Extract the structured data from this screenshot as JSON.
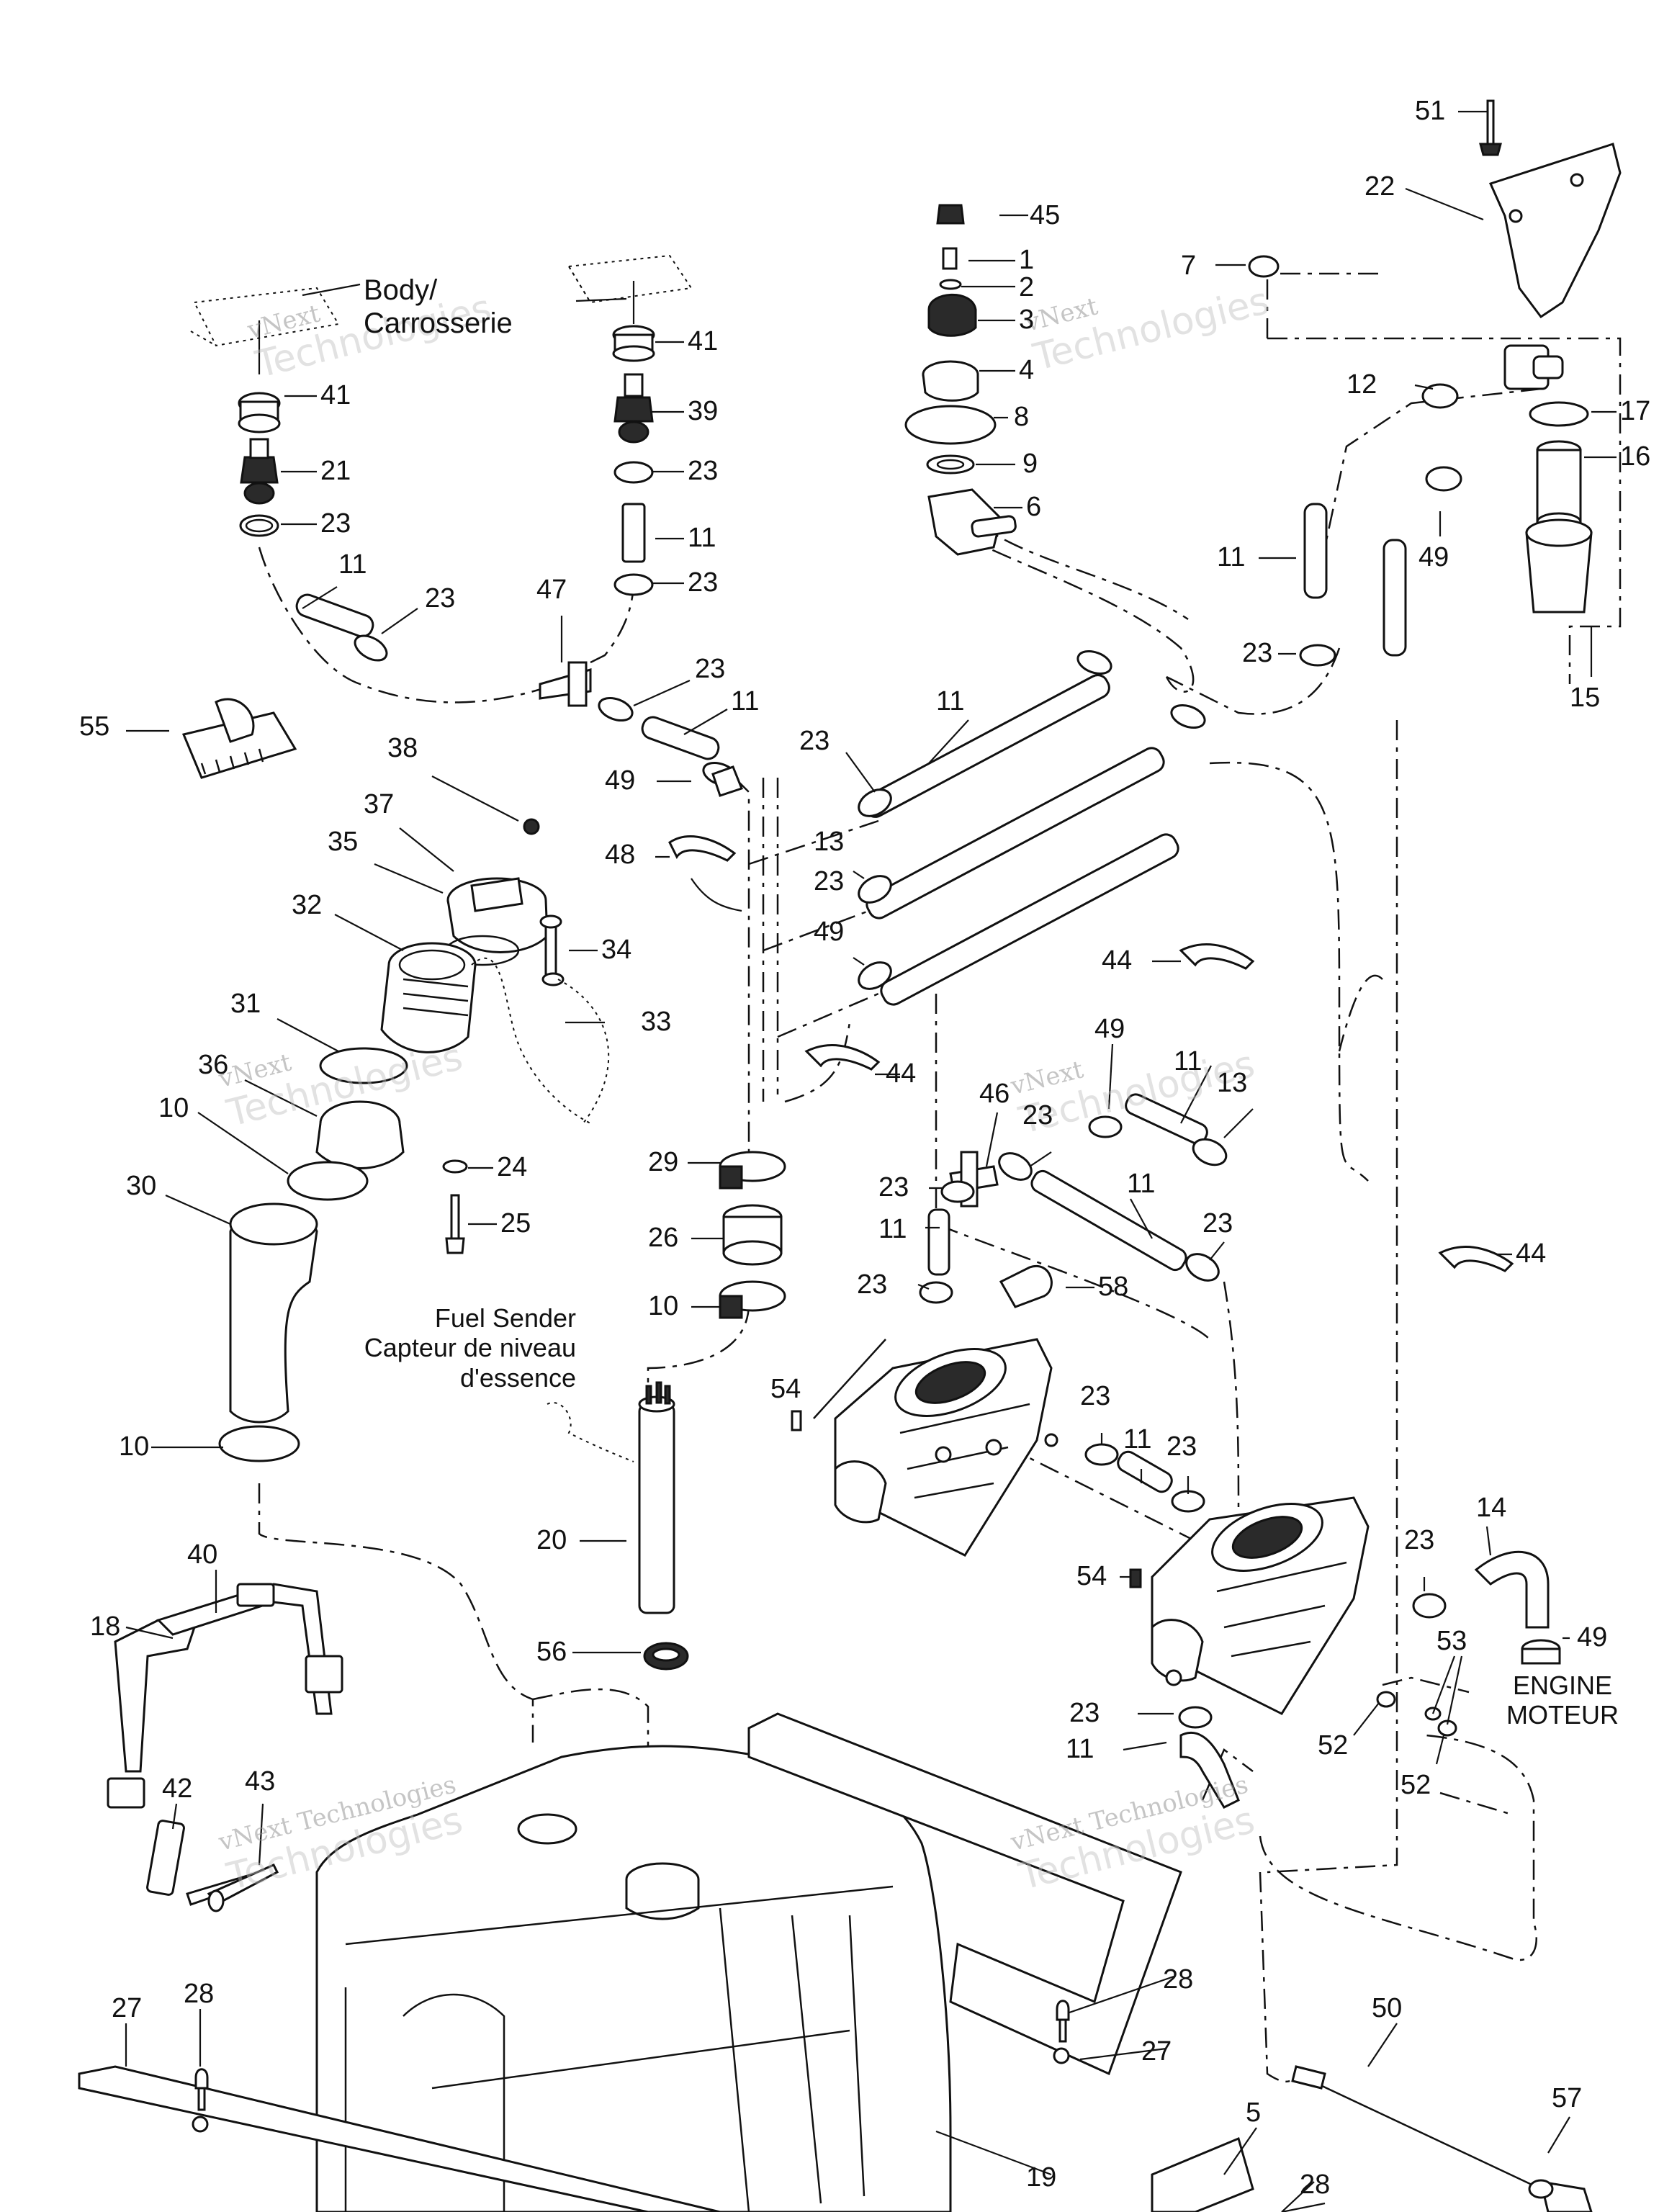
{
  "diagram": {
    "captions": {
      "body": "Body/\nCarrosserie",
      "fuel_sender": "Fuel Sender\nCapteur de niveau\nd'essence",
      "engine": "ENGINE\nMOTEUR"
    },
    "watermark": {
      "line1": "vNext",
      "line2": "Technologies",
      "inline": "vNext Technologies"
    },
    "callouts": [
      {
        "id": "c51",
        "label": "51"
      },
      {
        "id": "c22",
        "label": "22"
      },
      {
        "id": "c45",
        "label": "45"
      },
      {
        "id": "c1",
        "label": "1"
      },
      {
        "id": "c2",
        "label": "2"
      },
      {
        "id": "c3",
        "label": "3"
      },
      {
        "id": "c4",
        "label": "4"
      },
      {
        "id": "c8",
        "label": "8"
      },
      {
        "id": "c9",
        "label": "9"
      },
      {
        "id": "c6",
        "label": "6"
      },
      {
        "id": "c7",
        "label": "7"
      },
      {
        "id": "c12",
        "label": "12"
      },
      {
        "id": "c17",
        "label": "17"
      },
      {
        "id": "c16",
        "label": "16"
      },
      {
        "id": "c11a",
        "label": "11"
      },
      {
        "id": "c49a",
        "label": "49"
      },
      {
        "id": "c15",
        "label": "15"
      },
      {
        "id": "c23a",
        "label": "23"
      },
      {
        "id": "c41a",
        "label": "41"
      },
      {
        "id": "c39",
        "label": "39"
      },
      {
        "id": "c23b",
        "label": "23"
      },
      {
        "id": "c11b",
        "label": "11"
      },
      {
        "id": "c23c",
        "label": "23"
      },
      {
        "id": "c41b",
        "label": "41"
      },
      {
        "id": "c21",
        "label": "21"
      },
      {
        "id": "c23d",
        "label": "23"
      },
      {
        "id": "c11c",
        "label": "11"
      },
      {
        "id": "c23e",
        "label": "23"
      },
      {
        "id": "c47",
        "label": "47"
      },
      {
        "id": "c23f",
        "label": "23"
      },
      {
        "id": "c11d",
        "label": "11"
      },
      {
        "id": "c49b",
        "label": "49"
      },
      {
        "id": "c55",
        "label": "55"
      },
      {
        "id": "c38",
        "label": "38"
      },
      {
        "id": "c37",
        "label": "37"
      },
      {
        "id": "c35",
        "label": "35"
      },
      {
        "id": "c32",
        "label": "32"
      },
      {
        "id": "c34",
        "label": "34"
      },
      {
        "id": "c33",
        "label": "33"
      },
      {
        "id": "c31",
        "label": "31"
      },
      {
        "id": "c36",
        "label": "36"
      },
      {
        "id": "c10a",
        "label": "10"
      },
      {
        "id": "c24",
        "label": "24"
      },
      {
        "id": "c25",
        "label": "25"
      },
      {
        "id": "c30",
        "label": "30"
      },
      {
        "id": "c48",
        "label": "48"
      },
      {
        "id": "c23g",
        "label": "23"
      },
      {
        "id": "c11e",
        "label": "11"
      },
      {
        "id": "c23h",
        "label": "23"
      },
      {
        "id": "c13a",
        "label": "13"
      },
      {
        "id": "c49c",
        "label": "49"
      },
      {
        "id": "c44a",
        "label": "44"
      },
      {
        "id": "c44b",
        "label": "44"
      },
      {
        "id": "c49d",
        "label": "49"
      },
      {
        "id": "c11f",
        "label": "11"
      },
      {
        "id": "c13b",
        "label": "13"
      },
      {
        "id": "c46",
        "label": "46"
      },
      {
        "id": "c23i",
        "label": "23"
      },
      {
        "id": "c23j",
        "label": "23"
      },
      {
        "id": "c11g",
        "label": "11"
      },
      {
        "id": "c11h",
        "label": "11"
      },
      {
        "id": "c23k",
        "label": "23"
      },
      {
        "id": "c23l",
        "label": "23"
      },
      {
        "id": "c58",
        "label": "58"
      },
      {
        "id": "c29",
        "label": "29"
      },
      {
        "id": "c26",
        "label": "26"
      },
      {
        "id": "c10b",
        "label": "10"
      },
      {
        "id": "c44c",
        "label": "44"
      },
      {
        "id": "c10c",
        "label": "10"
      },
      {
        "id": "c54a",
        "label": "54"
      },
      {
        "id": "c23m",
        "label": "23"
      },
      {
        "id": "c11i",
        "label": "11"
      },
      {
        "id": "c23n",
        "label": "23"
      },
      {
        "id": "c20",
        "label": "20"
      },
      {
        "id": "c14",
        "label": "14"
      },
      {
        "id": "c23o",
        "label": "23"
      },
      {
        "id": "c49e",
        "label": "49"
      },
      {
        "id": "c54b",
        "label": "54"
      },
      {
        "id": "c53",
        "label": "53"
      },
      {
        "id": "c40",
        "label": "40"
      },
      {
        "id": "c18",
        "label": "18"
      },
      {
        "id": "c56",
        "label": "56"
      },
      {
        "id": "c23p",
        "label": "23"
      },
      {
        "id": "c11j",
        "label": "11"
      },
      {
        "id": "c52a",
        "label": "52"
      },
      {
        "id": "c52b",
        "label": "52"
      },
      {
        "id": "c43",
        "label": "43"
      },
      {
        "id": "c42",
        "label": "42"
      },
      {
        "id": "c28a",
        "label": "28"
      },
      {
        "id": "c28b",
        "label": "28"
      },
      {
        "id": "c27a",
        "label": "27"
      },
      {
        "id": "c27b",
        "label": "27"
      },
      {
        "id": "c50",
        "label": "50"
      },
      {
        "id": "c57",
        "label": "57"
      },
      {
        "id": "c5",
        "label": "5"
      },
      {
        "id": "c19",
        "label": "19"
      },
      {
        "id": "c28c",
        "label": "28"
      }
    ]
  }
}
